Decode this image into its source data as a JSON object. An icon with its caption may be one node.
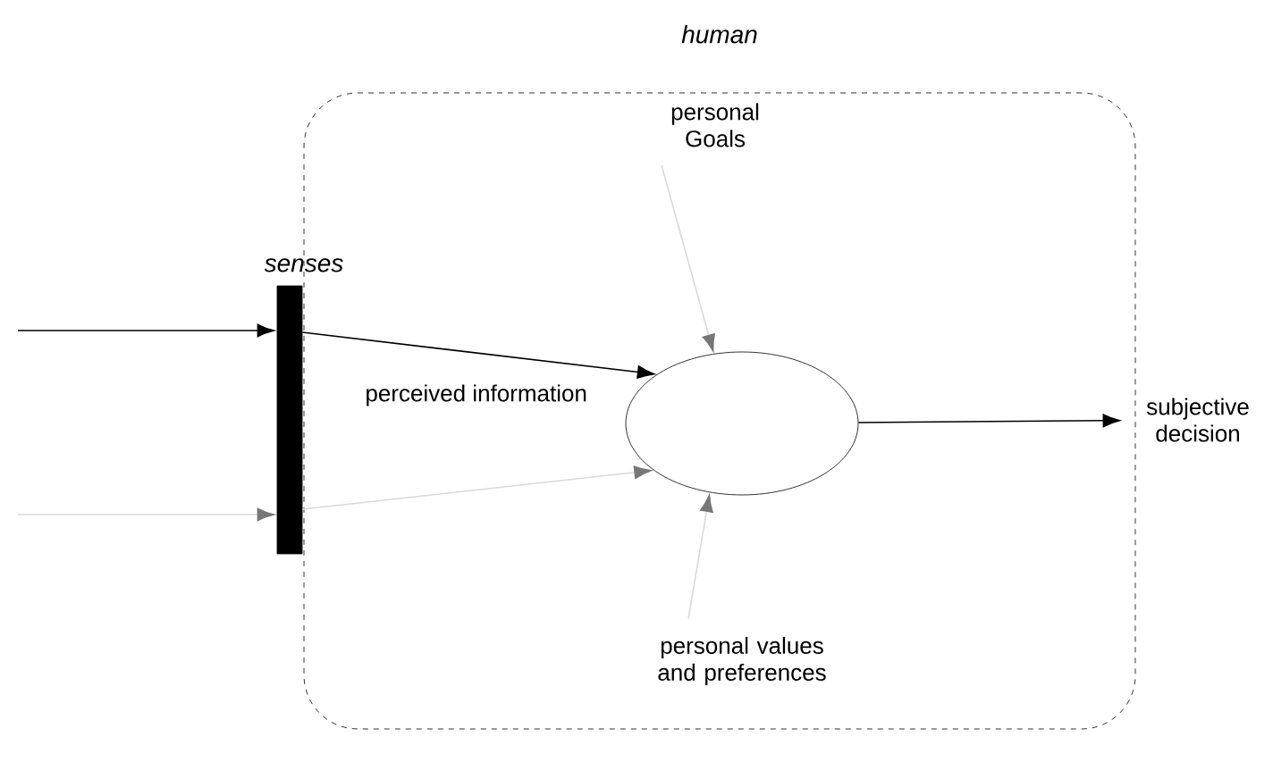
{
  "diagram": {
    "nodes": [
      {
        "text": [
          "human"
        ]
      },
      {
        "text": [],
        "shape": "bar",
        "beside": [
          "senses"
        ]
      },
      {
        "text": [
          "personal Goals"
        ],
        "in": 0
      },
      {
        "text": [],
        "shape": "ellipse",
        "in": 0
      },
      {
        "text": [
          "personal values and preferences"
        ],
        "in": 0
      },
      {
        "text": [
          "subjective decision"
        ]
      }
    ],
    "edges": [
      {
        "from": null,
        "to": 1,
        "arrow": "to",
        "color": "#000000"
      },
      {
        "from": null,
        "to": 1,
        "arrow": "to",
        "color": "#d9d9d9"
      },
      {
        "from": 1,
        "to": 3,
        "arrow": "to",
        "label": "perceived information",
        "color": "#000000"
      },
      {
        "from": 1,
        "to": 3,
        "arrow": "to",
        "color": "#d9d9d9"
      },
      {
        "from": 2,
        "to": 3,
        "arrow": "to",
        "color": "#d9d9d9"
      },
      {
        "from": 4,
        "to": 3,
        "arrow": "to",
        "color": "#d9d9d9"
      },
      {
        "from": 3,
        "to": 5,
        "arrow": "to",
        "color": "#000000"
      }
    ]
  }
}
